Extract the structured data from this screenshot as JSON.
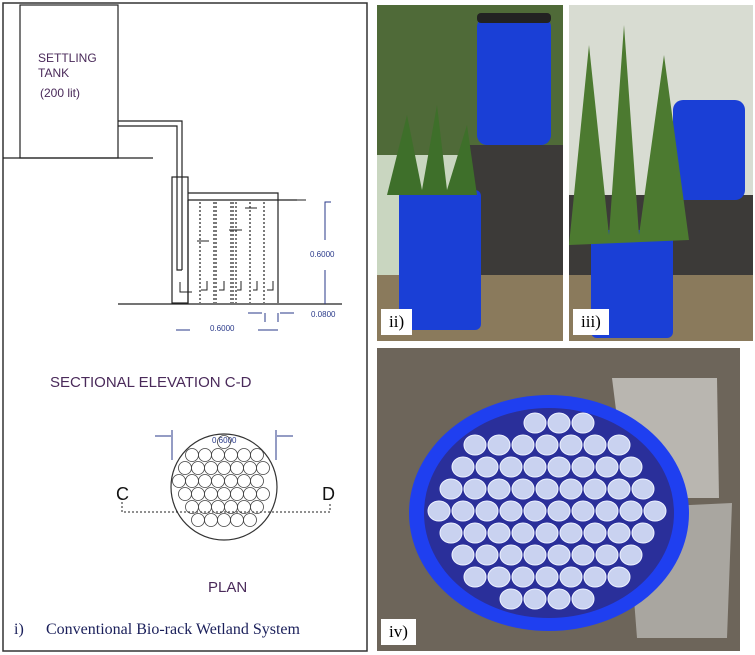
{
  "panel_i": {
    "tank_label_1": "SETTLING",
    "tank_label_2": "TANK",
    "tank_capacity": "(200 lit)",
    "dim_height": "0.6000",
    "dim_gap": "0.0800",
    "dim_width": "0.6000",
    "section_title": "SECTIONAL ELEVATION C-D",
    "plan_dim": "0.6000",
    "section_c": "C",
    "section_d": "D",
    "plan_title": "PLAN",
    "caption_num": "i)",
    "caption": "Conventional Bio-rack Wetland System"
  },
  "panel_ii": {
    "label": "ii)"
  },
  "panel_iii": {
    "label": "iii)"
  },
  "panel_iv": {
    "label": "iv)"
  },
  "colors": {
    "barrel": "#1a3fd6",
    "text": "#4a2a5a",
    "dim": "#2a3a8a"
  }
}
